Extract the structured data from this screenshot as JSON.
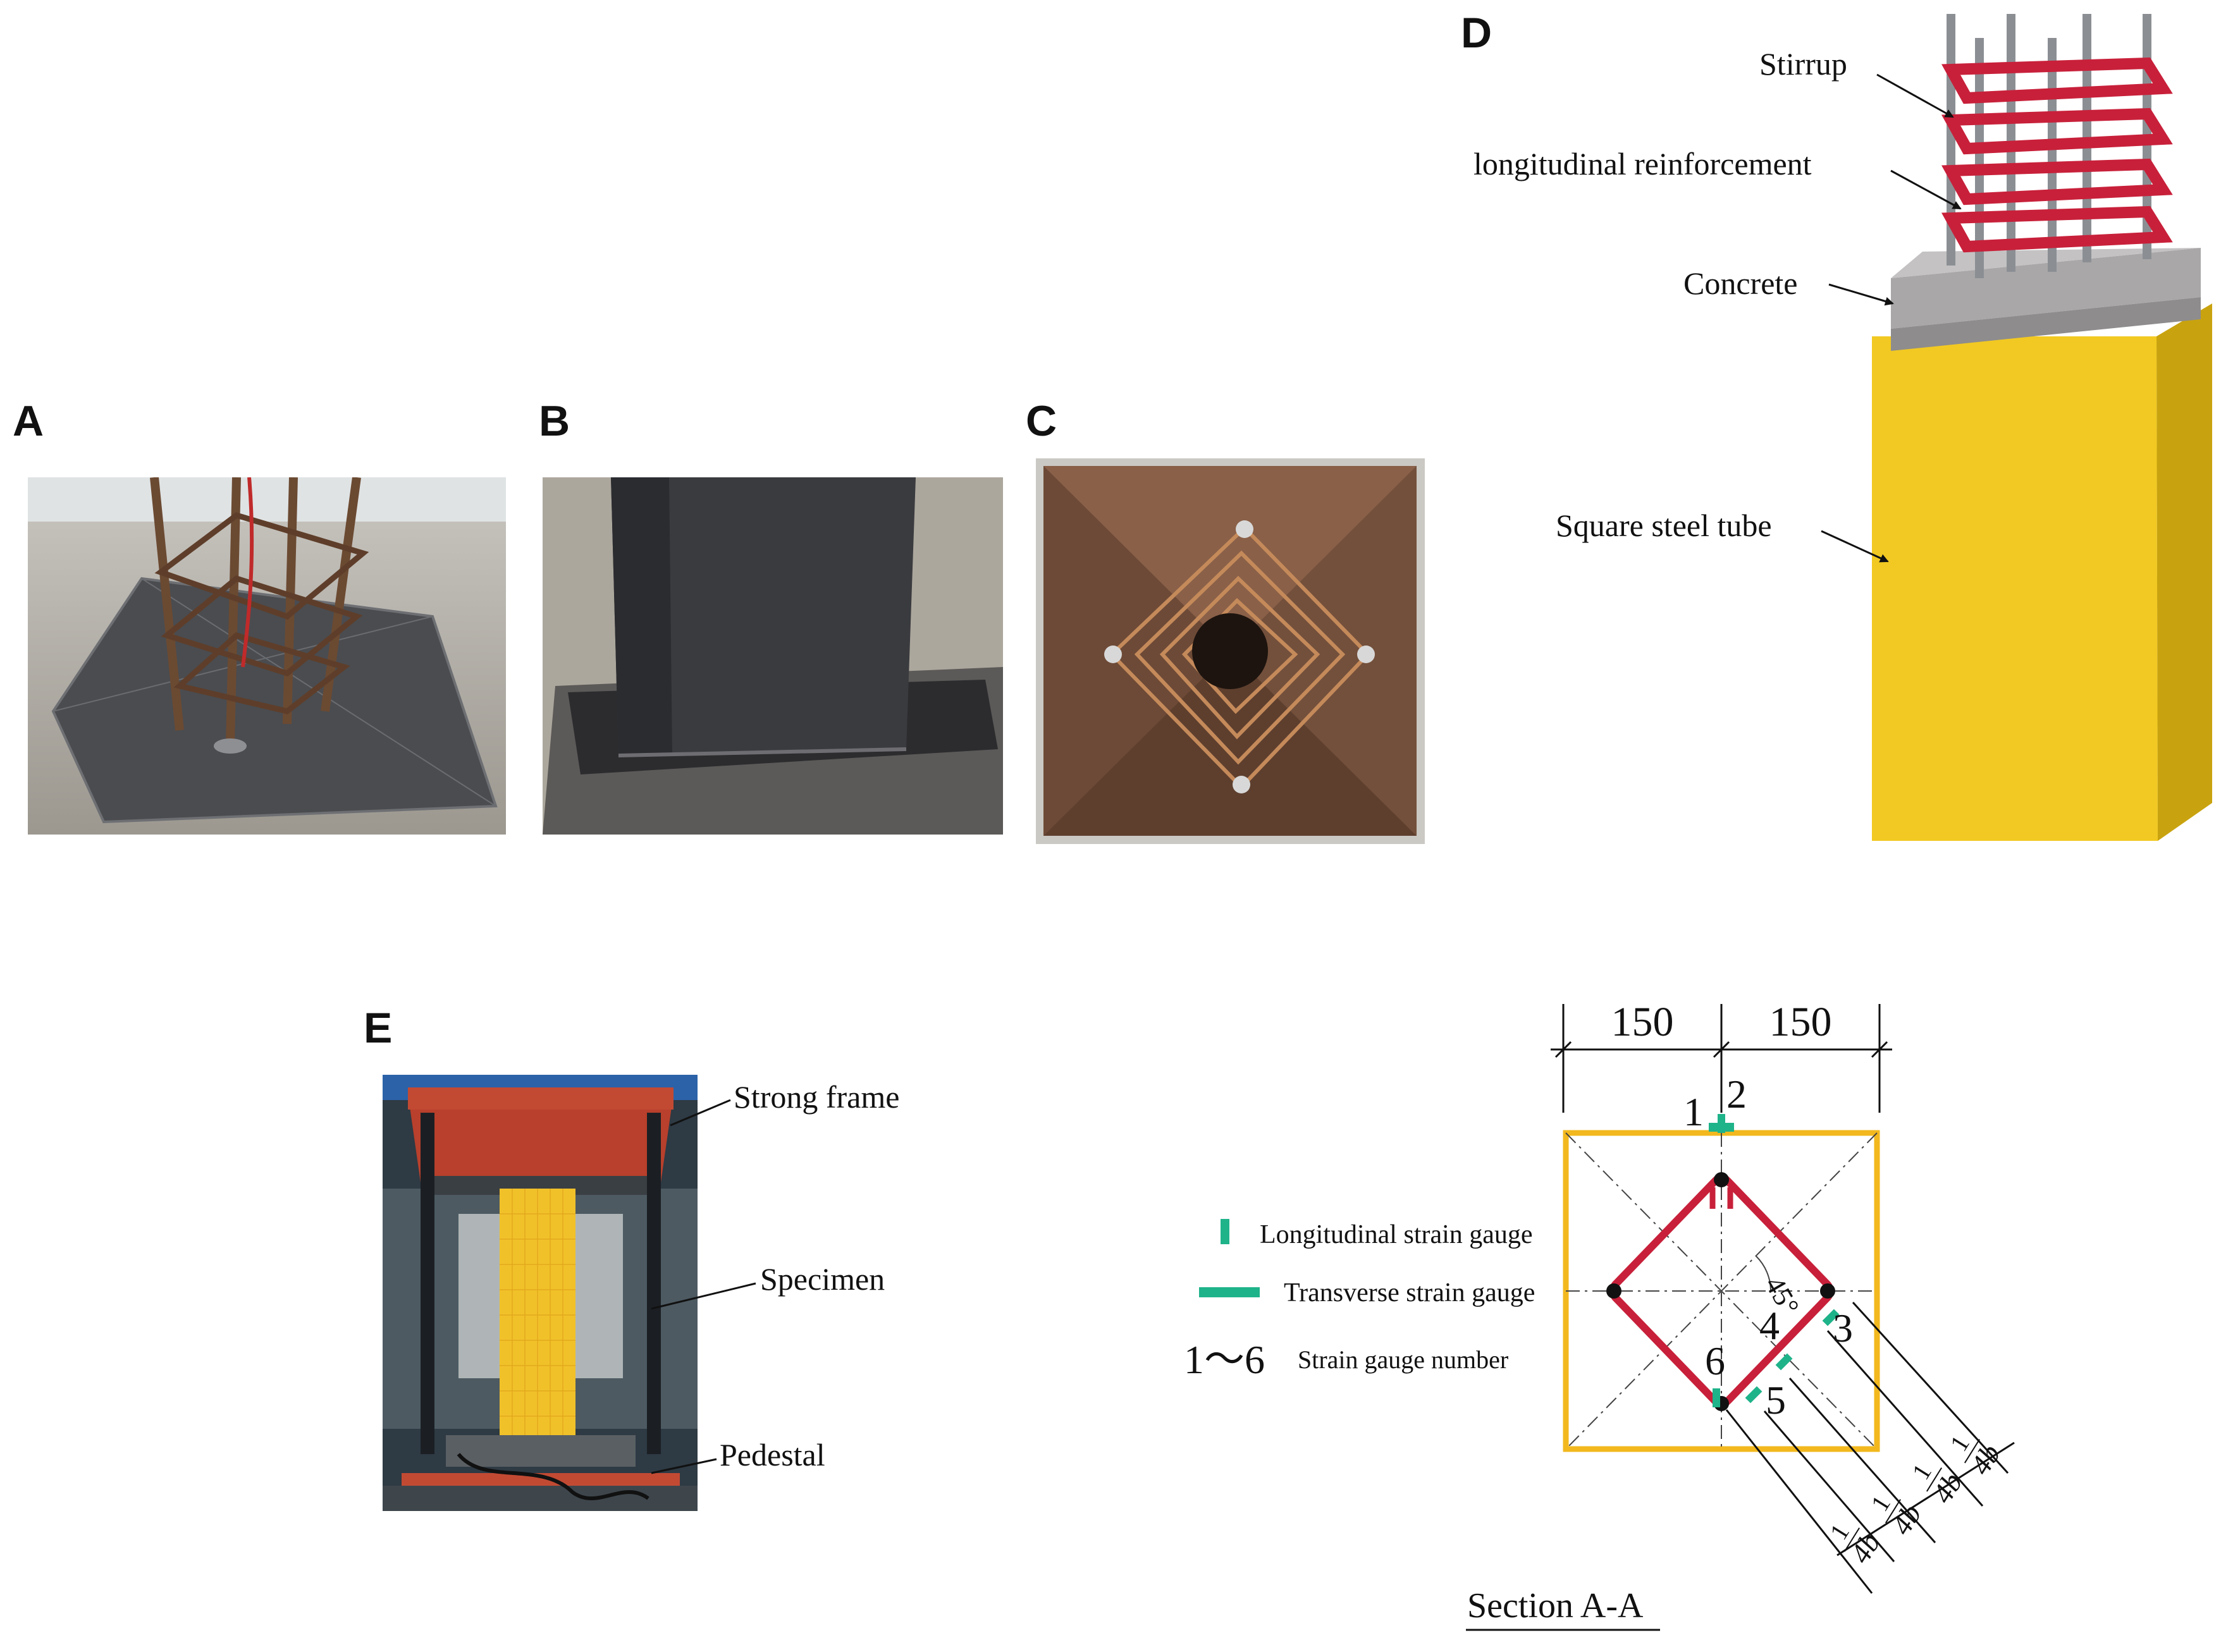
{
  "panels": {
    "a": "A",
    "b": "B",
    "c": "C",
    "d": "D",
    "e": "E"
  },
  "panel_d": {
    "stirrup": "Stirrup",
    "longitudinal": "longitudinal reinforcement",
    "concrete": "Concrete",
    "tube": "Square steel tube"
  },
  "panel_e": {
    "frame": "Strong frame",
    "specimen": "Specimen",
    "pedestal": "Pedestal"
  },
  "section": {
    "dim_left": "150",
    "dim_right": "150",
    "gauge_1": "1",
    "gauge_2": "2",
    "gauge_3": "3",
    "gauge_4": "4",
    "gauge_5": "5",
    "gauge_6": "6",
    "angle": "45°",
    "quarter_num": "1",
    "quarter_den": "4b",
    "title": "Section A-A"
  },
  "legend": {
    "longitudinal": "Longitudinal strain gauge",
    "transverse": "Transverse strain gauge",
    "range_symbol": "1～6",
    "number": "Strain gauge number"
  },
  "colors": {
    "tube_yellow": "#F2C922",
    "stirrup_red": "#C8203A",
    "gauge_green": "#1FB38A",
    "concrete_gray": "#A9A7A8",
    "frame_red": "#B8402C"
  }
}
